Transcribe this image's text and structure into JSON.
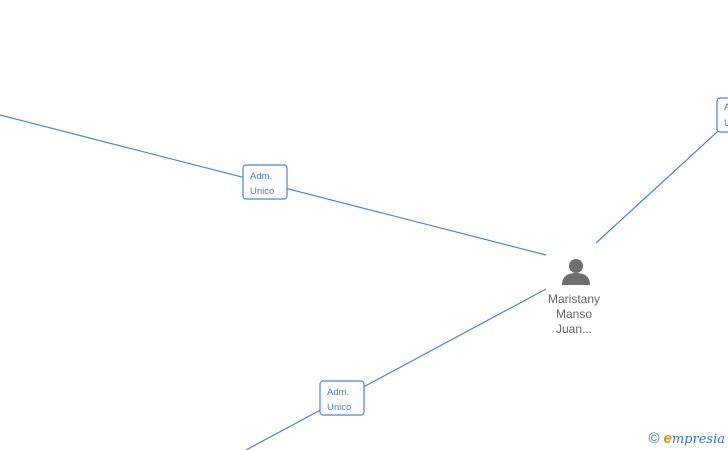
{
  "edges": [
    {
      "id": "edge-to-left",
      "role": {
        "line1": "Adm.",
        "line2": "Unico"
      }
    },
    {
      "id": "edge-to-bottom-left",
      "role": {
        "line1": "Adm.",
        "line2": "Unico"
      }
    },
    {
      "id": "edge-to-top-right",
      "role": {
        "line1": "A",
        "line2": "U"
      }
    }
  ],
  "person": {
    "icon": "person-icon",
    "name_lines": [
      "Maristany",
      "Manso",
      "Juan..."
    ]
  },
  "brand": {
    "copyright": "©",
    "first_letter": "e",
    "rest": "mpresia"
  },
  "colors": {
    "edge": "#4a86d8",
    "label": "#3f7ed6",
    "person": "#6e6e6e",
    "brand_accent": "#e58a1f"
  }
}
